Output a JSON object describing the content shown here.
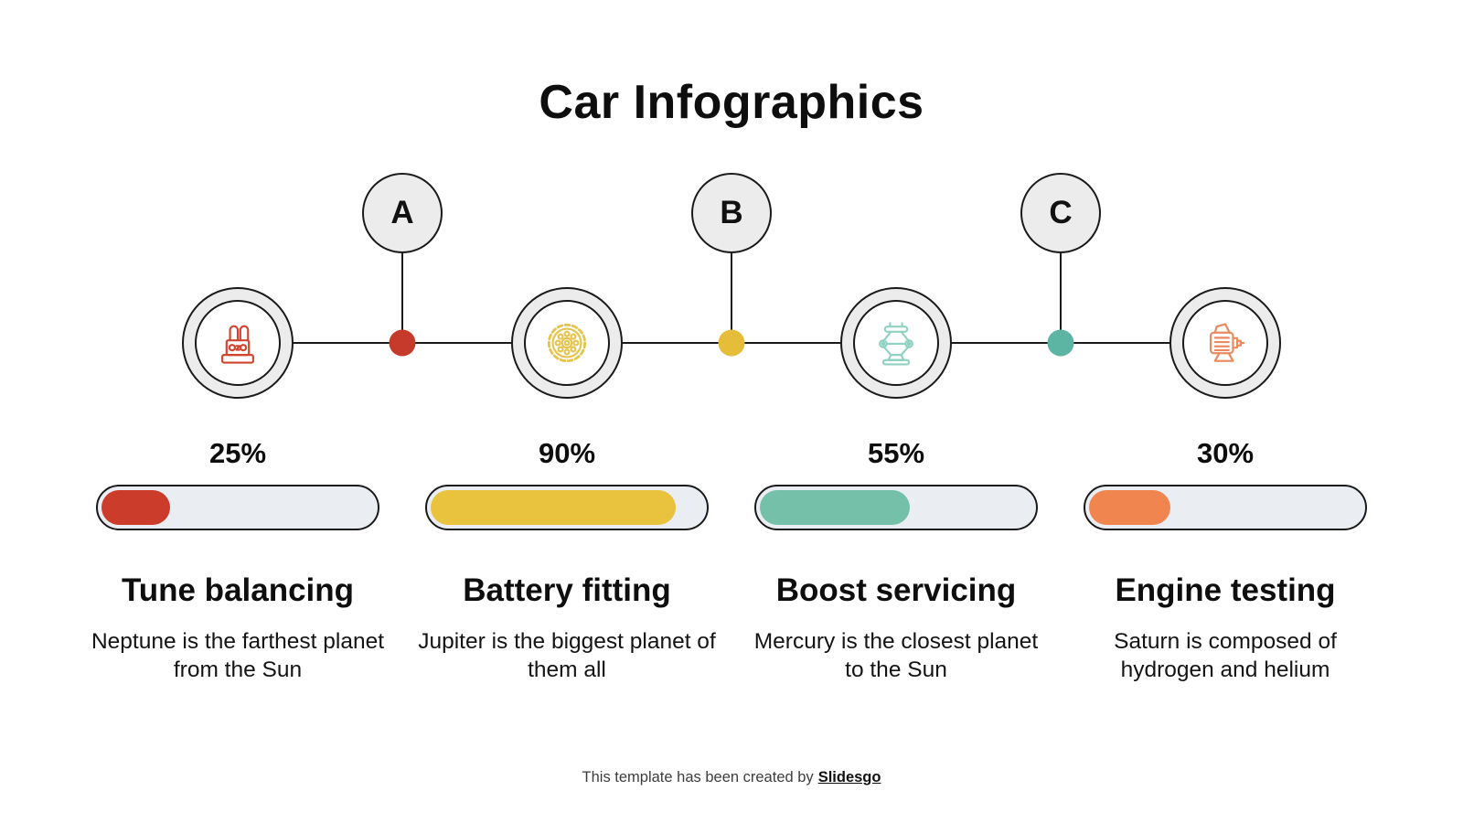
{
  "title": "Car Infographics",
  "colors": {
    "track": "#eaeef3",
    "circle_fill": "#ececec",
    "line": "#1a1a1a"
  },
  "markers": [
    {
      "label": "A",
      "dot_color": "#c63a2b"
    },
    {
      "label": "B",
      "dot_color": "#e5bd39"
    },
    {
      "label": "C",
      "dot_color": "#5cb4a2"
    }
  ],
  "items": [
    {
      "icon": "car-fuse-icon",
      "icon_color": "#d0452f",
      "percent": 25,
      "percent_label": "25%",
      "bar_color": "#cb3c2b",
      "title": "Tune balancing",
      "description": "Neptune is the farthest planet from the Sun"
    },
    {
      "icon": "wheel-icon",
      "icon_color": "#e6c34a",
      "percent": 90,
      "percent_label": "90%",
      "bar_color": "#e9c23e",
      "title": "Battery fitting",
      "description": "Jupiter is the biggest planet of them all"
    },
    {
      "icon": "car-jack-icon",
      "icon_color": "#8fd2c1",
      "percent": 55,
      "percent_label": "55%",
      "bar_color": "#74c0a8",
      "title": "Boost servicing",
      "description": "Mercury is the closest planet to the Sun"
    },
    {
      "icon": "engine-icon",
      "icon_color": "#e98a5e",
      "percent": 30,
      "percent_label": "30%",
      "bar_color": "#f0854f",
      "title": "Engine testing",
      "description": "Saturn is composed of hydrogen and helium"
    }
  ],
  "footer": {
    "text": "This template has been created by",
    "brand": "Slidesgo"
  }
}
